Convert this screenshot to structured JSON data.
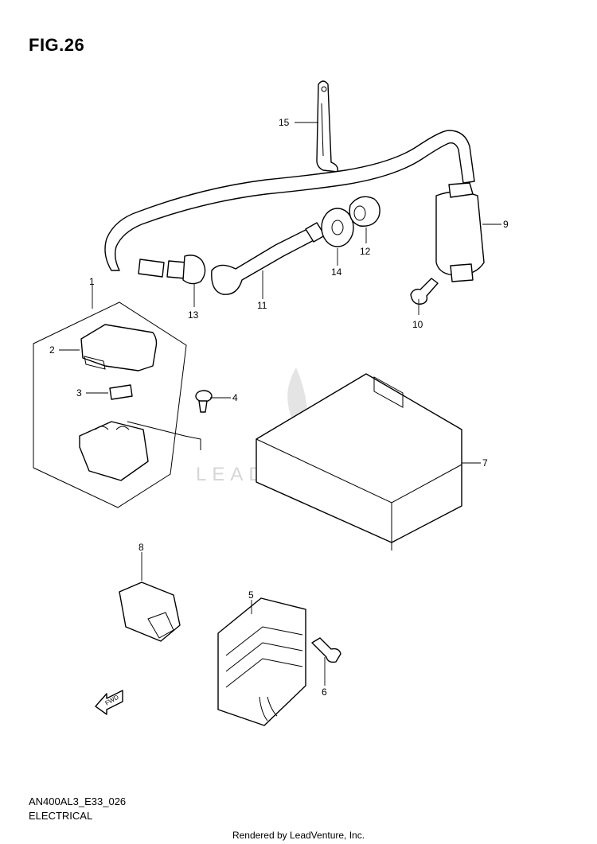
{
  "figure": {
    "title": "FIG.26",
    "model_code": "AN400AL3_E33_026",
    "section": "ELECTRICAL"
  },
  "watermark": {
    "text": "LEADVENTURE"
  },
  "fwd_label": "FWD",
  "footer": "Rendered by LeadVenture, Inc.",
  "callouts": [
    "1",
    "2",
    "3",
    "4",
    "5",
    "6",
    "7",
    "8",
    "9",
    "10",
    "11",
    "12",
    "13",
    "14",
    "15"
  ]
}
